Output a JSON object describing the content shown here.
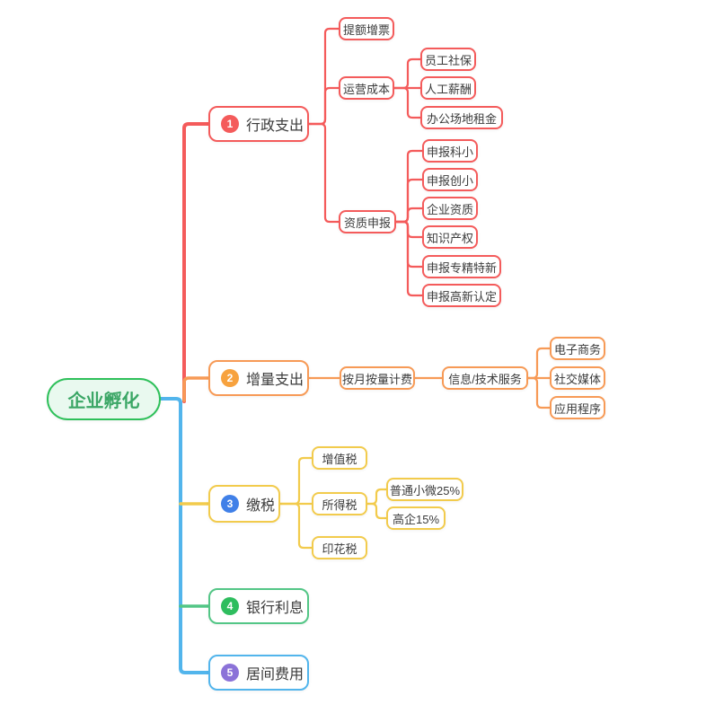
{
  "colors": {
    "red": "#f45b5b",
    "orange": "#f79a56",
    "yellow": "#f2cb4c",
    "green": "#53c686",
    "blue": "#52b5ec",
    "badge_1": "#f45b5b",
    "badge_2": "#f7a23e",
    "badge_3": "#4080e8",
    "badge_4": "#2ebd5e",
    "badge_5": "#8b72d8",
    "root_border": "#2ec05a",
    "root_bg": "#e9f9ef",
    "root_text": "#3aa665",
    "node_text": "#3b3b3b",
    "canvas_bg": "#ffffff"
  },
  "nodes": {
    "root": "企业孵化",
    "b1": {
      "badge": "1",
      "label": "行政支出"
    },
    "b1_children": {
      "tiket": "提额增票",
      "yunying": "运营成本",
      "yunying_children": [
        "员工社保",
        "人工薪酬",
        "办公场地租金"
      ],
      "zizhi": "资质申报",
      "zizhi_children": [
        "申报科小",
        "申报创小",
        "企业资质",
        "知识产权",
        "申报专精特新",
        "申报高新认定"
      ]
    },
    "b2": {
      "badge": "2",
      "label": "增量支出"
    },
    "b2_children": {
      "billing": "按月按量计费",
      "service": "信息/技术服务",
      "service_children": [
        "电子商务",
        "社交媒体",
        "应用程序"
      ]
    },
    "b3": {
      "badge": "3",
      "label": "缴税"
    },
    "b3_children": {
      "vat": "增值税",
      "income": "所得税",
      "income_children": [
        "普通小微25%",
        "高企15%"
      ],
      "stamp": "印花税"
    },
    "b4": {
      "badge": "4",
      "label": "银行利息"
    },
    "b5": {
      "badge": "5",
      "label": "居间费用"
    }
  }
}
